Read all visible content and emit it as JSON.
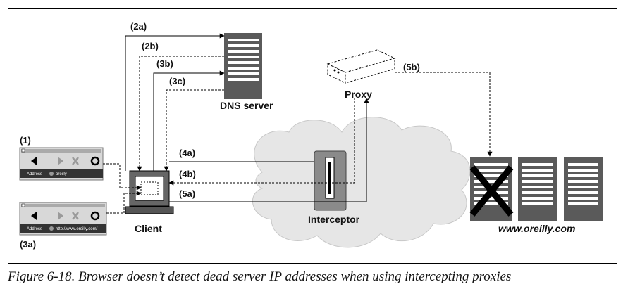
{
  "caption": "Figure 6-18. Browser doesn’t detect dead server IP addresses when using intercepting proxies",
  "nodes": {
    "dns_server": "DNS server",
    "proxy": "Proxy",
    "client": "Client",
    "interceptor": "Interceptor",
    "web_servers": "www.oreilly.com"
  },
  "steps": {
    "s1": "(1)",
    "s2a": "(2a)",
    "s2b": "(2b)",
    "s3a": "(3a)",
    "s3b": "(3b)",
    "s3c": "(3c)",
    "s4a": "(4a)",
    "s4b": "(4b)",
    "s5a": "(5a)",
    "s5b": "(5b)"
  },
  "browser1": {
    "address_label": "Address",
    "url": "oreilly"
  },
  "browser2": {
    "address_label": "Address",
    "url": "http://www.oreilly.com/"
  },
  "colors": {
    "dark_gray": "#555555",
    "mid_gray": "#8a8a8a",
    "cloud": "#e6e6e6",
    "stroke": "#000000"
  }
}
